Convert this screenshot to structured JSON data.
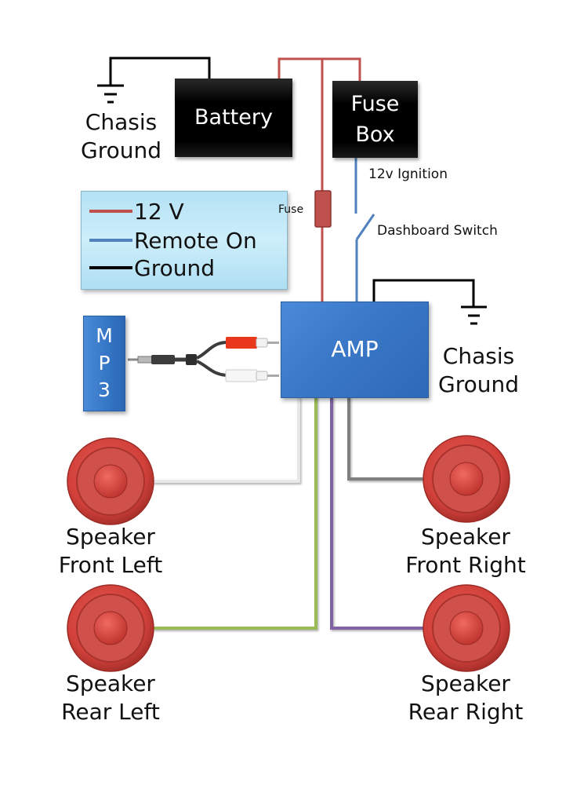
{
  "diagram": {
    "title": "",
    "colors": {
      "v12": "#c0504d",
      "remote_on": "#4f81bd",
      "ground": "#000000",
      "front_left_wire": "#eeeeee",
      "rear_left_wire": "#9bbb59",
      "rear_right_wire": "#8064a2",
      "front_right_wire": "#7f7f7f",
      "amp_fill": "#3a78c7",
      "legend_fill": "#c2e8f7",
      "speaker_fill": "#d9463f",
      "fuse_fill": "#c0504d"
    },
    "components": {
      "battery": "Battery",
      "fuse_box": "Fuse\nBox",
      "amp": "AMP",
      "mp3": "M\nP\n3",
      "fuse": "Fuse"
    },
    "labels": {
      "chassis_ground_top": "Chasis\nGround",
      "chassis_ground_right": "Chasis\nGround",
      "ignition": "12v Ignition",
      "dashboard_switch": "Dashboard Switch"
    },
    "legend": {
      "items": [
        {
          "label": "12 V",
          "color": "#c0504d"
        },
        {
          "label": "Remote On",
          "color": "#4f81bd"
        },
        {
          "label": "Ground",
          "color": "#000000"
        }
      ]
    },
    "speakers": {
      "front_left": "Speaker\nFront Left",
      "front_right": "Speaker\nFront Right",
      "rear_left": "Speaker\nRear Left",
      "rear_right": "Speaker\nRear Right"
    },
    "connections": [
      {
        "from": "Battery",
        "to": "Chasis Ground",
        "wire": "Ground"
      },
      {
        "from": "Battery",
        "to": "Fuse Box",
        "wire": "12 V"
      },
      {
        "from": "Battery",
        "to": "AMP",
        "wire": "12 V",
        "via": "Fuse"
      },
      {
        "from": "Fuse Box",
        "to": "AMP",
        "wire": "Remote On",
        "via": "Dashboard Switch"
      },
      {
        "from": "AMP",
        "to": "Chasis Ground",
        "wire": "Ground"
      },
      {
        "from": "MP3",
        "to": "AMP",
        "wire": "RCA Y-cable"
      },
      {
        "from": "AMP",
        "to": "Speaker Front Left",
        "wire": "white"
      },
      {
        "from": "AMP",
        "to": "Speaker Rear Left",
        "wire": "green"
      },
      {
        "from": "AMP",
        "to": "Speaker Rear Right",
        "wire": "purple"
      },
      {
        "from": "AMP",
        "to": "Speaker Front Right",
        "wire": "gray"
      }
    ]
  }
}
